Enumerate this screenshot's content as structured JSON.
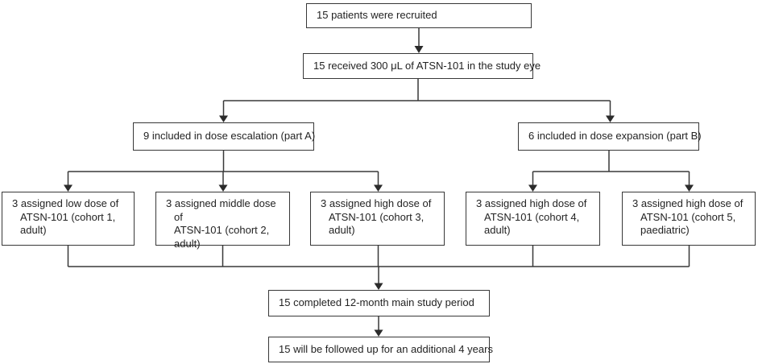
{
  "diagram": {
    "title": "ATSN-101 trial profile flow diagram",
    "nodes": {
      "recruited": {
        "text": "15 patients were recruited"
      },
      "received": {
        "text": "15 received 300 μL of ATSN-101 in the study eye"
      },
      "part_a": {
        "text": "9 included in dose escalation (part A)"
      },
      "part_b": {
        "text": "6 included in dose expansion (part B)"
      },
      "cohort_1": {
        "lines": [
          "3 assigned low dose of",
          "ATSN-101 (cohort 1,",
          "adult)"
        ]
      },
      "cohort_2": {
        "lines": [
          "3 assigned middle dose of",
          "ATSN-101 (cohort 2,",
          "adult)"
        ]
      },
      "cohort_3": {
        "lines": [
          "3 assigned high dose of",
          "ATSN-101 (cohort 3,",
          "adult)"
        ]
      },
      "cohort_4": {
        "lines": [
          "3 assigned high dose of",
          "ATSN-101 (cohort 4,",
          "adult)"
        ]
      },
      "cohort_5": {
        "lines": [
          "3 assigned high dose of",
          "ATSN-101 (cohort 5,",
          "paediatric)"
        ]
      },
      "completed": {
        "text": "15 completed 12-month main study period"
      },
      "followup": {
        "text": "15 will be followed up for an additional 4 years"
      }
    },
    "colors": {
      "box_border": "#383838",
      "connector_line": "#383838",
      "arrowhead": "#2b2b2b",
      "text": "#232323",
      "box_fill": "#ffffff"
    }
  }
}
